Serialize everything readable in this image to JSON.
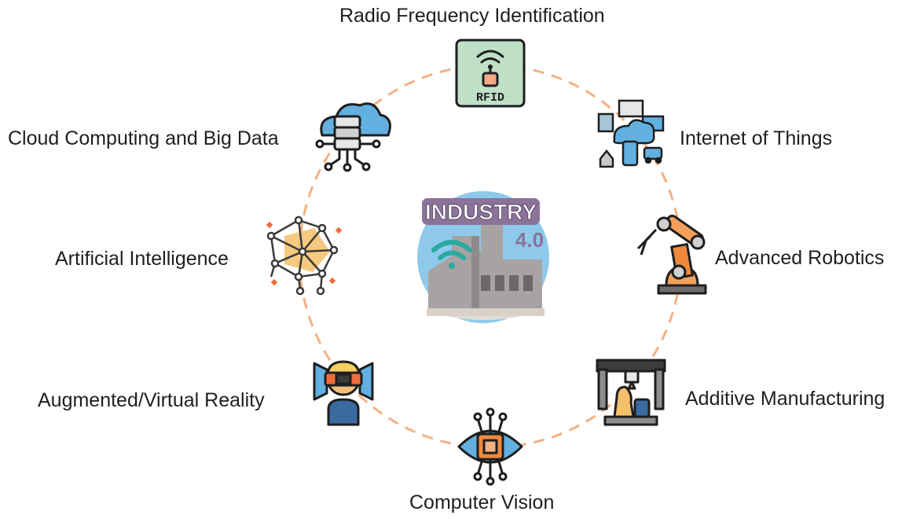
{
  "center": {
    "title": "INDUSTRY",
    "version": "4.0"
  },
  "technologies": [
    {
      "label": "Radio Frequency Identification",
      "icon": "rfid-tag-icon",
      "badge": "RFID"
    },
    {
      "label": "Internet of Things",
      "icon": "iot-cloud-network-icon"
    },
    {
      "label": "Advanced Robotics",
      "icon": "robot-arm-icon"
    },
    {
      "label": "Additive Manufacturing",
      "icon": "3d-printer-icon"
    },
    {
      "label": "Computer Vision",
      "icon": "eye-chip-icon"
    },
    {
      "label": "Augmented/Virtual Reality",
      "icon": "vr-headset-user-icon"
    },
    {
      "label": "Artificial Intelligence",
      "icon": "neural-network-icon"
    },
    {
      "label": "Cloud Computing and Big Data",
      "icon": "cloud-database-icon"
    }
  ],
  "colors": {
    "ring": "#f4b183",
    "center_circle": "#8ec9ec",
    "industry_banner": "#8b7399",
    "factory": "#a8a3a3"
  }
}
